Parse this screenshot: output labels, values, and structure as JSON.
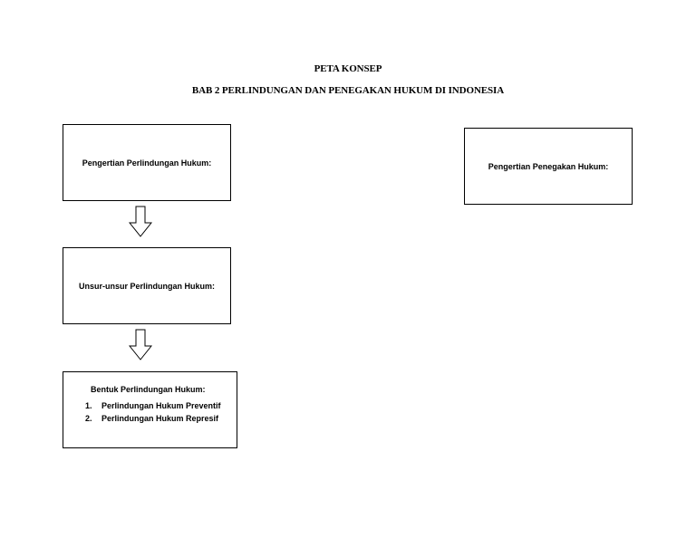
{
  "header": {
    "title": "PETA KONSEP",
    "subtitle": "BAB 2 PERLINDUNGAN DAN PENEGAKAN HUKUM DI INDONESIA"
  },
  "boxes": {
    "pengertian_perlindungan": "Pengertian Perlindungan Hukum:",
    "unsur_perlindungan": "Unsur-unsur Perlindungan Hukum:",
    "pengertian_penegakan": "Pengertian Penegakan Hukum:",
    "bentuk_perlindungan": {
      "heading": "Bentuk Perlindungan Hukum:",
      "items": [
        {
          "num": "1.",
          "label": "Perlindungan Hukum Preventif"
        },
        {
          "num": "2.",
          "label": "Perlindungan Hukum Represif"
        }
      ]
    }
  },
  "colors": {
    "stroke": "#000000",
    "background": "#ffffff"
  },
  "icons": [
    "down-arrow-icon",
    "down-arrow-icon"
  ]
}
